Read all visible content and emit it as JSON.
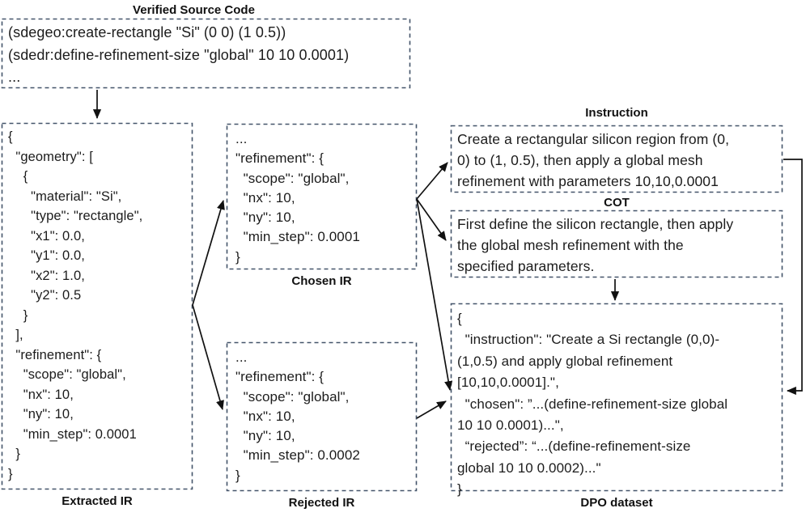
{
  "diagram": {
    "colors": {
      "box_border": "#44546A",
      "text": "#1c1c1c",
      "arrow": "#111111",
      "background": "#ffffff"
    },
    "source_code": {
      "title": "Verified Source Code",
      "code": "(sdegeo:create-rectangle \"Si\" (0 0) (1 0.5))\n(sdedr:define-refinement-size \"global\" 10 10 0.0001)\n..."
    },
    "extracted_ir": {
      "label": "Extracted IR",
      "code": "{\n  \"geometry\": [\n    {\n      \"material\": \"Si\",\n      \"type\": \"rectangle\",\n      \"x1\": 0.0,\n      \"y1\": 0.0,\n      \"x2\": 1.0,\n      \"y2\": 0.5\n    }\n  ],\n  \"refinement\": {\n    \"scope\": \"global\",\n    \"nx\": 10,\n    \"ny\": 10,\n    \"min_step\": 0.0001\n  }\n}"
    },
    "chosen_ir": {
      "label": "Chosen IR",
      "code": "...\n\"refinement\": {\n  \"scope\": \"global\",\n  \"nx\": 10,\n  \"ny\": 10,\n  \"min_step\": 0.0001\n}"
    },
    "rejected_ir": {
      "label": "Rejected IR",
      "code": "...\n\"refinement\": {\n  \"scope\": \"global\",\n  \"nx\": 10,\n  \"ny\": 10,\n  \"min_step\": 0.0002\n}"
    },
    "instruction": {
      "title": "Instruction",
      "text": "Create a rectangular silicon region from (0,\n0) to (1, 0.5), then apply a global mesh\nrefinement with parameters 10,10,0.0001"
    },
    "cot": {
      "title": "COT",
      "text": "First define the silicon rectangle, then apply\nthe global mesh refinement with the\nspecified parameters."
    },
    "dpo_dataset": {
      "label": "DPO dataset",
      "code": "{\n  \"instruction\": \"Create a Si rectangle (0,0)-\n(1,0.5) and apply global refinement\n[10,10,0.0001].\",\n  \"chosen\": ”...(define-refinement-size global\n10 10 0.0001)...\",\n  “rejected”: “...(define-refinement-size\nglobal 10 10 0.0002)...\"\n}"
    }
  }
}
